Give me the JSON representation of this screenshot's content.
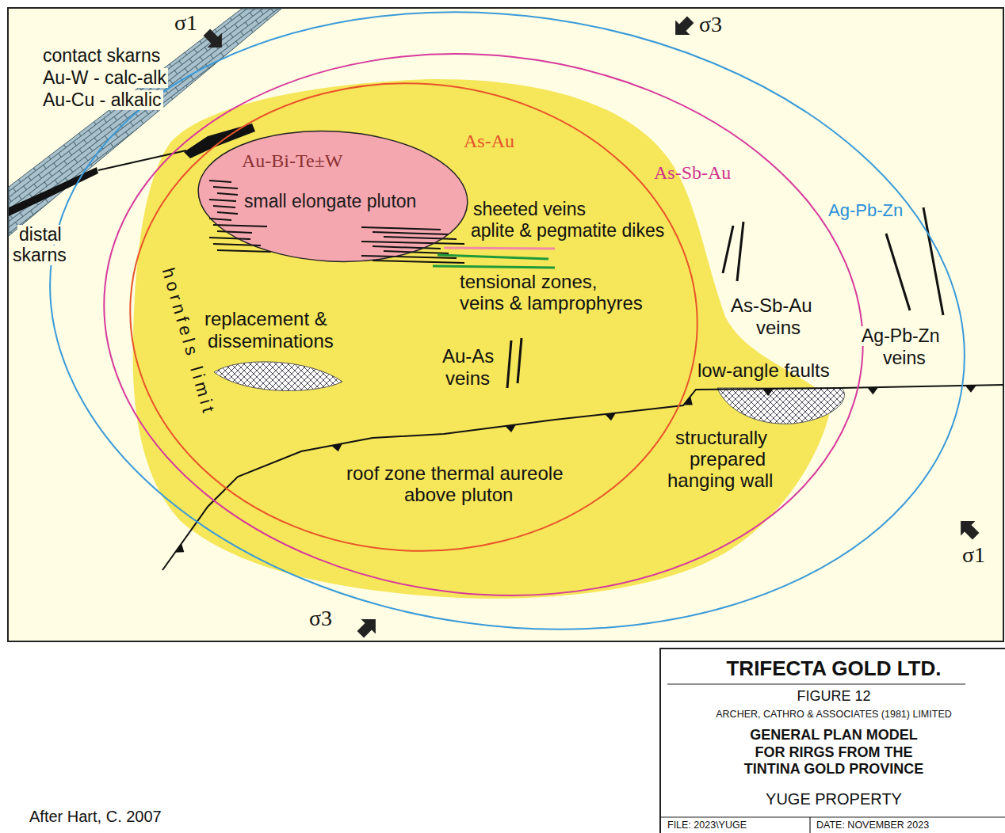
{
  "diagram": {
    "nodes": [
      {
        "text": [
          "Ag-Pb-Zn"
        ]
      },
      {
        "text": [
          "As-Sb-Au"
        ],
        "in": 0
      },
      {
        "text": [
          "As-Au"
        ],
        "in": 1
      },
      {
        "text": [
          "Au-Bi-Te±W",
          "small elongate pluton"
        ],
        "in": 2
      },
      {
        "text": [
          "TRIFECTA GOLD LTD.",
          "FIGURE 12",
          "ARCHER, CATHRO & ASSOCIATES (1981) LIMITED",
          "GENERAL PLAN MODEL FOR RIRGS FROM THE TINTINA GOLD PROVINCE",
          "YUGE PROPERTY",
          "FILE: 2023\\YUGE",
          "DATE: NOVEMBER 2023"
        ]
      }
    ],
    "labels": [
      "σ1",
      "σ3",
      "contact skarns",
      "Au-W - calc-alk",
      "Au-Cu - alkalic",
      "distal",
      "skarns",
      "hornfels limit",
      "sheeted veins",
      "aplite & pegmatite dikes",
      "tensional zones,",
      "veins & lamprophyres",
      "replacement &",
      "disseminations",
      "Au-As",
      "veins",
      "As-Sb-Au",
      "veins",
      "Ag-Pb-Zn",
      "veins",
      "low-angle faults",
      "structurally",
      "prepared",
      "hanging wall",
      "roof zone thermal aureole",
      "above pluton",
      "σ1",
      "σ3",
      "After Hart, C. 2007"
    ]
  }
}
